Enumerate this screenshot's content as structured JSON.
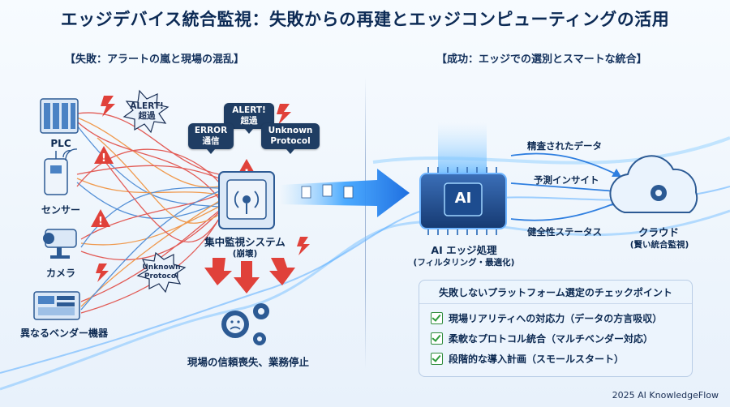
{
  "title": "エッジデバイス統合監視：失敗からの再建とエッジコンピューティングの活用",
  "left_section": {
    "heading": "【失敗：アラートの嵐と現場の混乱】",
    "devices": [
      {
        "label": "PLC",
        "icon": "plc-icon"
      },
      {
        "label": "センサー",
        "icon": "sensor-icon"
      },
      {
        "label": "カメラ",
        "icon": "camera-icon"
      },
      {
        "label": "異なるベンダー機器",
        "icon": "vendor-device-icon"
      }
    ],
    "alerts": {
      "alert1": "ALERT!",
      "alert1_sub": "超過",
      "alert2": "ALERT!",
      "alert2_sub": "超過",
      "error": "ERROR",
      "error_sub": "通信",
      "unknown1": "Unknown",
      "unknown1_sub": "Protocol",
      "unknown2": "Unknown",
      "unknown2_sub": "Protocol"
    },
    "central_system": "集中監視システム",
    "central_system_sub": "(崩壊)",
    "outcome": "現場の信頼喪失、業務停止"
  },
  "right_section": {
    "heading": "【成功：エッジでの選別とスマートな統合】",
    "chip_label": "AI",
    "edge_label": "AI エッジ処理",
    "edge_sub": "(フィルタリング・最適化)",
    "flows": [
      "精査されたデータ",
      "予測インサイト",
      "健全性ステータス"
    ],
    "cloud_label": "クラウド",
    "cloud_sub": "(賢い統合監視)",
    "checklist": {
      "title": "失敗しないプラットフォーム選定のチェックポイント",
      "items": [
        "現場リアリティへの対応力（データの方言吸収）",
        "柔軟なプロトコル統合（マルチベンダー対応）",
        "段階的な導入計画（スモールスタート）"
      ]
    }
  },
  "footer": "2025 AI KnowledgeFlow",
  "colors": {
    "chaos_red": "#e0413a",
    "flow_blue": "#2f7fe0",
    "navy": "#0c2a55",
    "check_green": "#2e9b3b"
  }
}
